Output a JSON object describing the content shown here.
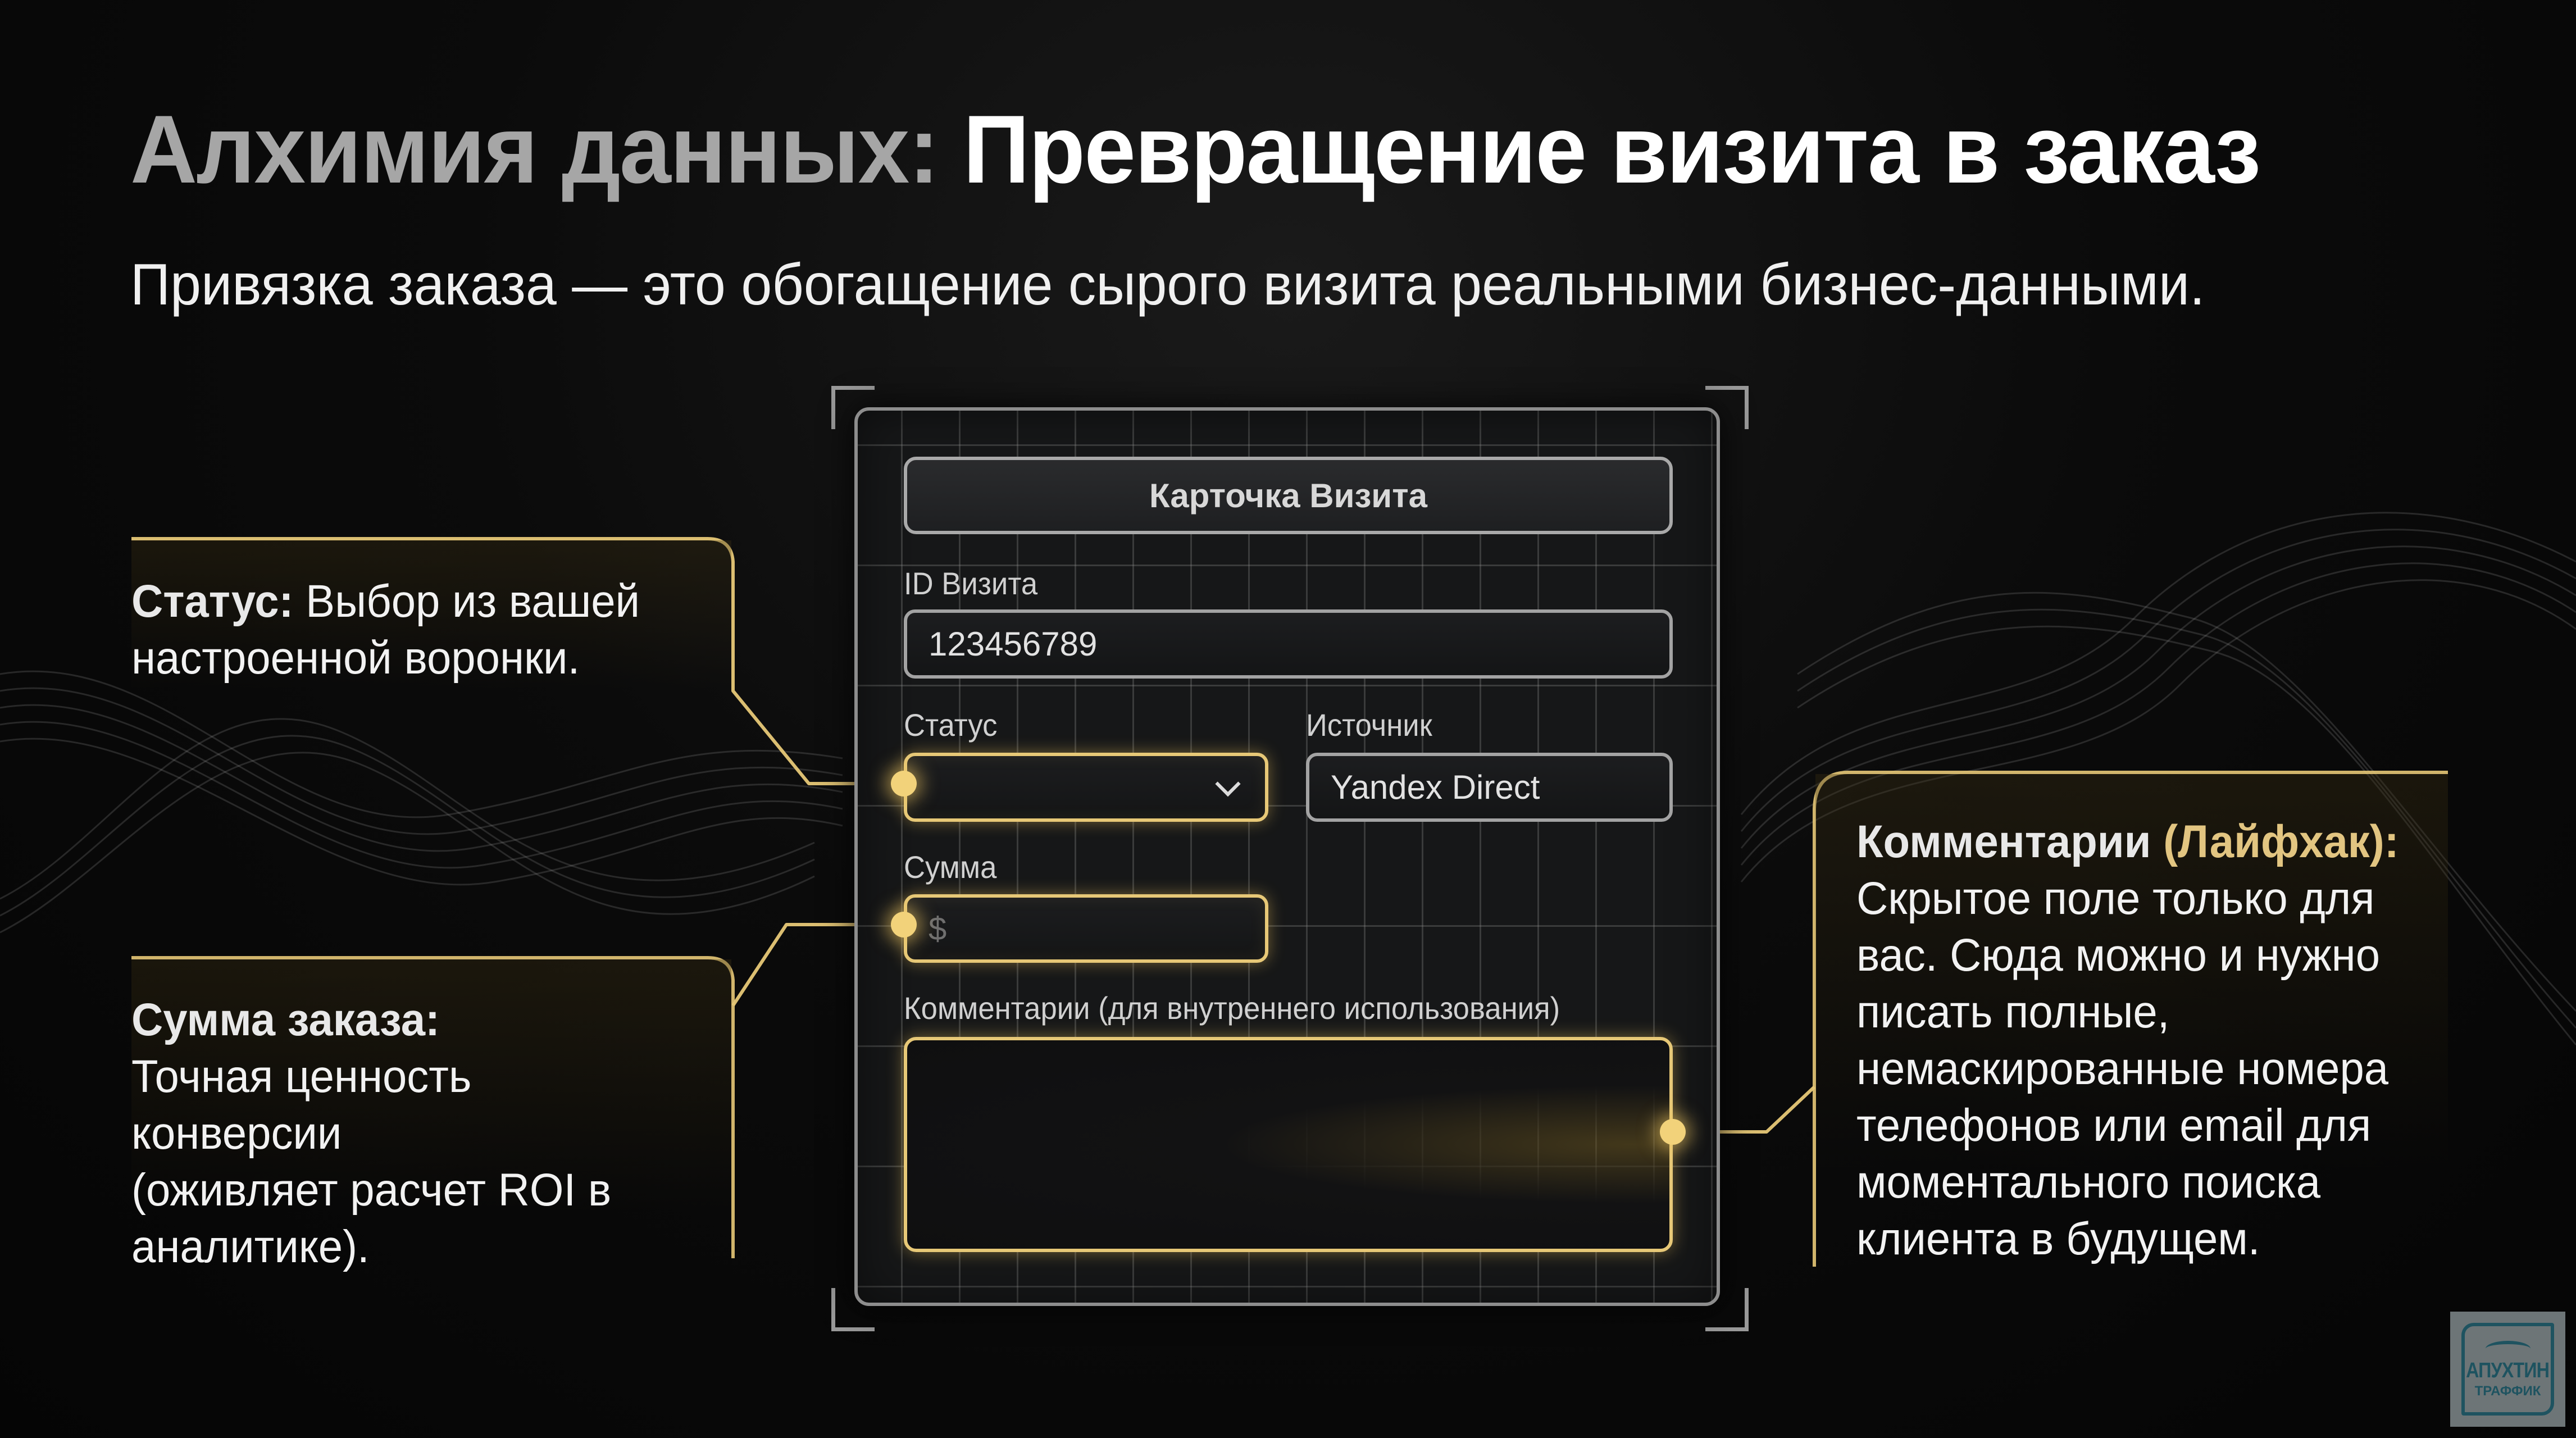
{
  "slide": {
    "title_part1": "Алхимия данных:",
    "title_part2": "Превращение визита в заказ",
    "subtitle": "Привязка заказа — это обогащение сырого визита реальными бизнес-данными."
  },
  "card": {
    "title": "Карточка Визита",
    "fields": {
      "visit_id": {
        "label": "ID Визита",
        "value": "123456789"
      },
      "status": {
        "label": "Статус",
        "value": "",
        "icon": "chevron-down-icon"
      },
      "source": {
        "label": "Источник",
        "value": "Yandex Direct"
      },
      "amount": {
        "label": "Сумма",
        "placeholder": "$",
        "value": ""
      },
      "comments": {
        "label": "Комментарии (для внутреннего использования)",
        "value": ""
      }
    }
  },
  "callouts": {
    "status": {
      "heading": "Статус:",
      "text_line1": "Выбор из вашей",
      "text_line2": "настроенной воронки."
    },
    "amount": {
      "heading": "Сумма заказа:",
      "lines": [
        "Точная ценность",
        "конверсии",
        "(оживляет расчет ROI в",
        "аналитике)."
      ]
    },
    "comments": {
      "heading": "Комментарии",
      "heading_accent": "(Лайфхак):",
      "lines": [
        "Скрытое поле только для",
        "вас. Сюда можно и нужно",
        "писать полные,",
        "немаскированные номера",
        "телефонов или email для",
        "моментального поиска",
        "клиента в будущем."
      ]
    }
  },
  "logo": {
    "line1": "АПУХТИН",
    "line2": "ТРАФФИК"
  },
  "colors": {
    "background": "#0b0b0b",
    "accent_gold": "#e7c877",
    "title_gray": "#a6a6a6",
    "title_white": "#ffffff",
    "card_border": "#8d8d8d",
    "logo_bg": "#6d7577",
    "logo_fg": "#1e5360"
  }
}
